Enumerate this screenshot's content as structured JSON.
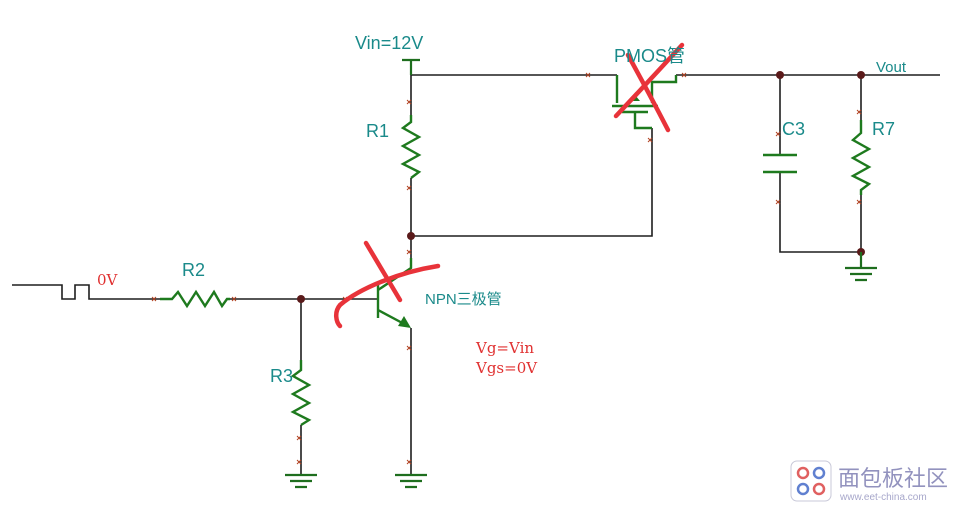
{
  "labels": {
    "vin": "Vin=12V",
    "pmos": "PMOS管",
    "vout": "Vout",
    "r1": "R1",
    "r2": "R2",
    "r3": "R3",
    "r7": "R7",
    "c3": "C3",
    "npn": "NPN三极管",
    "input_level": "0V"
  },
  "notes": {
    "vg": "Vg=Vin",
    "vgs": "Vgs=0V"
  },
  "watermark": {
    "name": "面包板社区",
    "url": "www.eet-china.com"
  },
  "colors": {
    "label_teal": "#1a8a8a",
    "annotation_red": "#e03030",
    "cross_red": "#e8333a",
    "component_green": "#1e7a1e",
    "wire": "#1e1e1e"
  }
}
